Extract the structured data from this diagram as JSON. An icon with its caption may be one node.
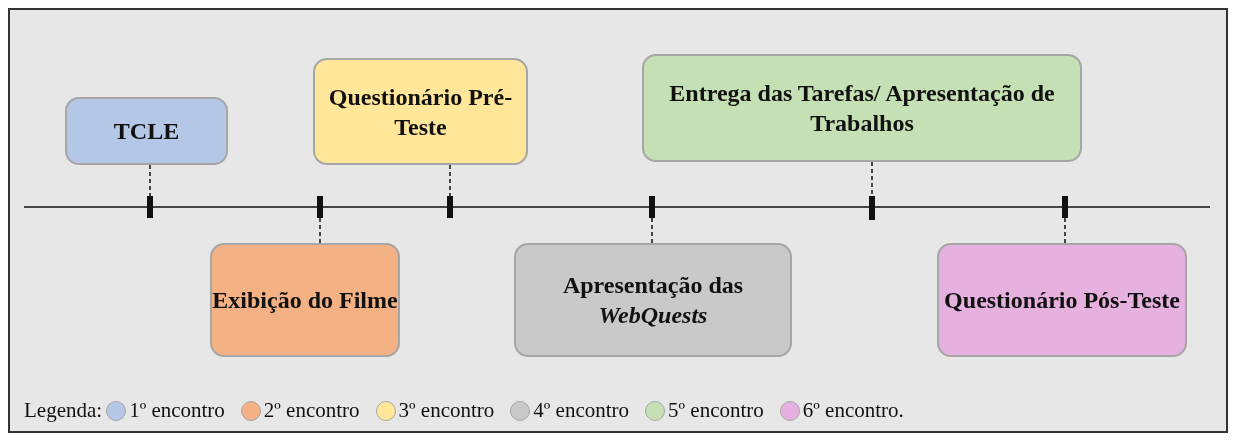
{
  "diagram": {
    "nodes": [
      {
        "text": [
          "TCLE"
        ]
      },
      {
        "text": [
          "Exibição do Filme"
        ]
      },
      {
        "text": [
          "Questionário Pré-Teste"
        ]
      },
      {
        "text": [
          "Apresentação das *WebQuests*"
        ]
      },
      {
        "text": [
          "Entrega das Tarefas/ Apresentação de Trabalhos"
        ]
      },
      {
        "text": [
          "Questionário Pós-Teste"
        ]
      },
      {
        "text": [],
        "shape": "bar"
      },
      {
        "text": [],
        "shape": "bar"
      },
      {
        "text": [],
        "shape": "bar"
      },
      {
        "text": [],
        "shape": "bar"
      },
      {
        "text": [],
        "shape": "bar"
      },
      {
        "text": [],
        "shape": "bar"
      }
    ],
    "edges": [
      {
        "from": 0,
        "to": 6,
        "arrow": "none",
        "style": "dashed"
      },
      {
        "from": 1,
        "to": 7,
        "arrow": "none",
        "style": "dashed"
      },
      {
        "from": 2,
        "to": 8,
        "arrow": "none",
        "style": "dashed"
      },
      {
        "from": 3,
        "to": 9,
        "arrow": "none",
        "style": "dashed"
      },
      {
        "from": 4,
        "to": 10,
        "arrow": "none",
        "style": "dashed"
      },
      {
        "from": 5,
        "to": 11,
        "arrow": "none",
        "style": "dashed"
      }
    ],
    "labels": [
      "Legenda:"
    ],
    "legend": [
      {
        "text": "1º encontro",
        "color": "#b4c7e7"
      },
      {
        "text": "2º encontro",
        "color": "#f4b183"
      },
      {
        "text": "3º encontro",
        "color": "#ffe699"
      },
      {
        "text": "4º encontro",
        "color": "#c9c9c9"
      },
      {
        "text": "5º encontro",
        "color": "#c5e0b4"
      },
      {
        "text": "6º encontro.",
        "color": "#e6b0df"
      }
    ]
  }
}
